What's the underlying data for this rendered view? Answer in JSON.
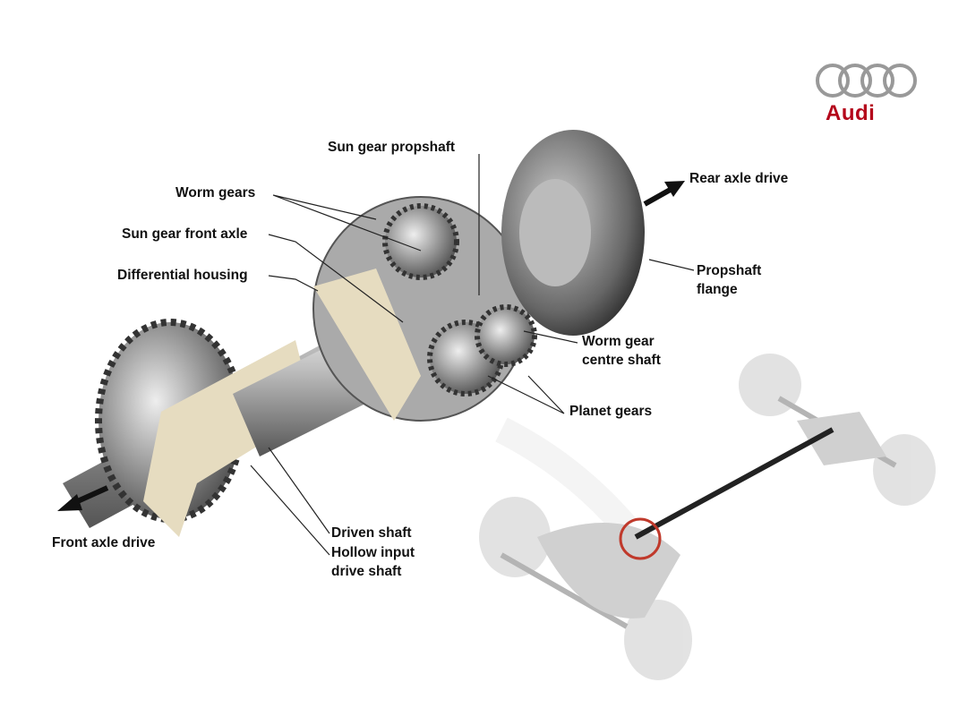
{
  "logo": {
    "brand": "Audi",
    "color": "#b4061b"
  },
  "labels": {
    "sun_gear_propshaft": "Sun gear propshaft",
    "worm_gears": "Worm gears",
    "sun_gear_front_axle": "Sun gear front axle",
    "differential_housing": "Differential housing",
    "rear_axle_drive": "Rear axle drive",
    "propshaft_flange_1": "Propshaft",
    "propshaft_flange_2": "flange",
    "worm_gear_centre_shaft_1": "Worm gear",
    "worm_gear_centre_shaft_2": "centre shaft",
    "planet_gears": "Planet gears",
    "driven_shaft": "Driven shaft",
    "hollow_input_1": "Hollow input",
    "hollow_input_2": "drive shaft",
    "front_axle_drive": "Front axle drive"
  },
  "colors": {
    "cutaway": "#e6dcc0",
    "metal": "#9a9a9a",
    "highlight": "#c0392b"
  }
}
